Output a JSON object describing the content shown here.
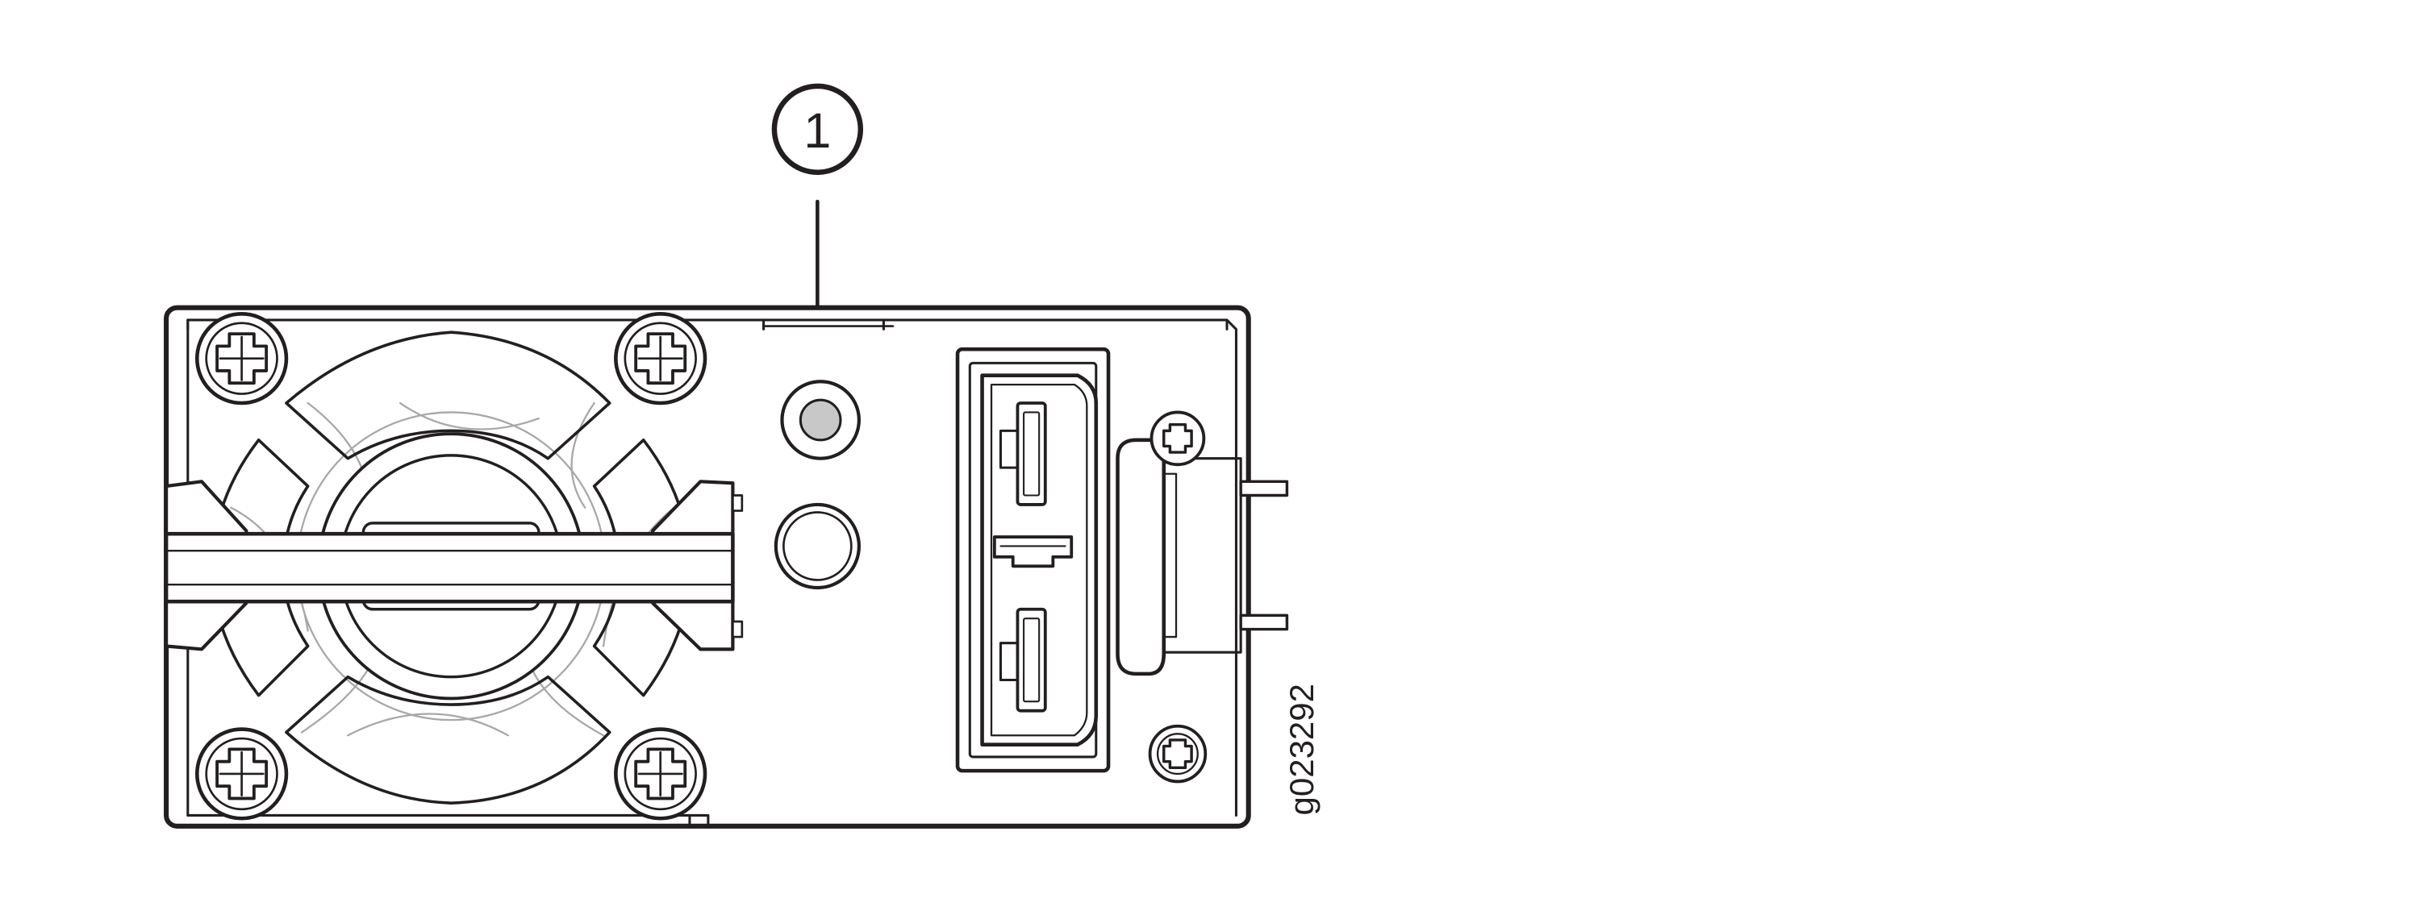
{
  "figure": {
    "callouts": [
      {
        "number": "1",
        "target": "status-led"
      }
    ],
    "figure_id": "g023292"
  },
  "colors": {
    "line": "#231f20",
    "led_fill": "#c8c8c8",
    "fan_guard_faint": "#a8a8a8",
    "background": "#ffffff"
  }
}
